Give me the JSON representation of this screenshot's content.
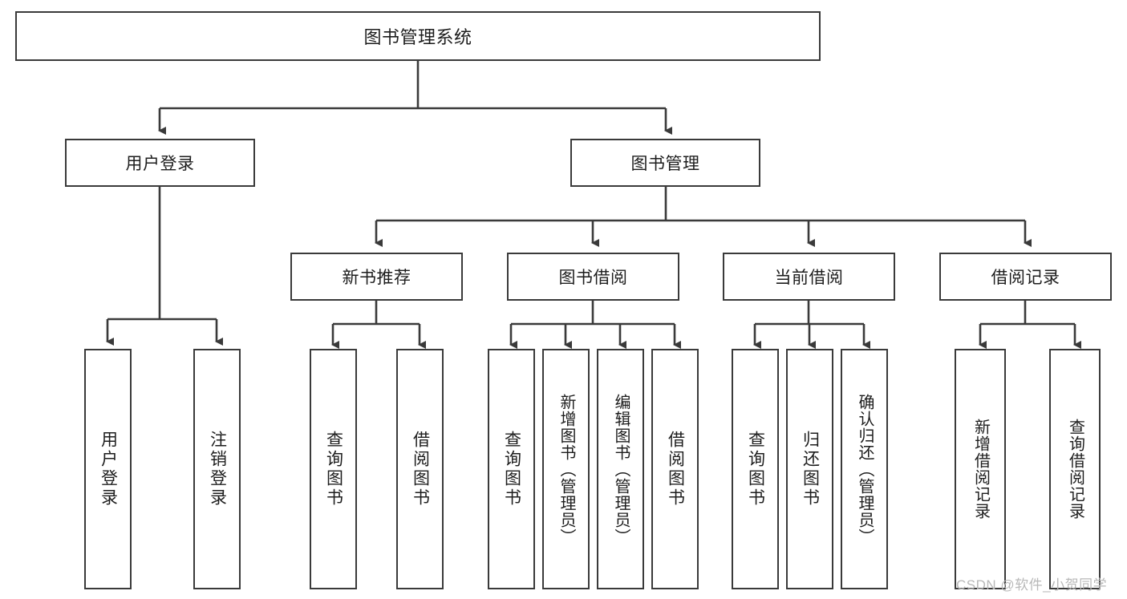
{
  "diagram": {
    "kind": "tree-functional-structure-chart",
    "root_label": "图书管理系统",
    "stroke_color": "#3a3a3a",
    "fill_color": "#ffffff",
    "text_color": "#1d1d1d",
    "background_color": "#ffffff"
  },
  "nodes": {
    "root": {
      "label": "图书管理系统"
    },
    "level2": [
      {
        "label": "用户登录"
      },
      {
        "label": "图书管理"
      }
    ],
    "level3": [
      {
        "label": "新书推荐"
      },
      {
        "label": "图书借阅"
      },
      {
        "label": "当前借阅"
      },
      {
        "label": "借阅记录"
      }
    ],
    "leaves": {
      "user_login": [
        {
          "label": "用户登录"
        },
        {
          "label": "注销登录"
        }
      ],
      "new_book_recommend": [
        {
          "label": "查询图书"
        },
        {
          "label": "借阅图书"
        }
      ],
      "book_borrow": [
        {
          "label": "查询图书"
        },
        {
          "label": "新增图书（管理员）"
        },
        {
          "label": "编辑图书（管理员）"
        },
        {
          "label": "借阅图书"
        }
      ],
      "current_borrow": [
        {
          "label": "查询图书"
        },
        {
          "label": "归还图书"
        },
        {
          "label": "确认归还（管理员）"
        }
      ],
      "borrow_record": [
        {
          "label": "新增借阅记录"
        },
        {
          "label": "查询借阅记录"
        }
      ]
    }
  },
  "watermark": {
    "text": "CSDN @软件_小贺同学"
  }
}
